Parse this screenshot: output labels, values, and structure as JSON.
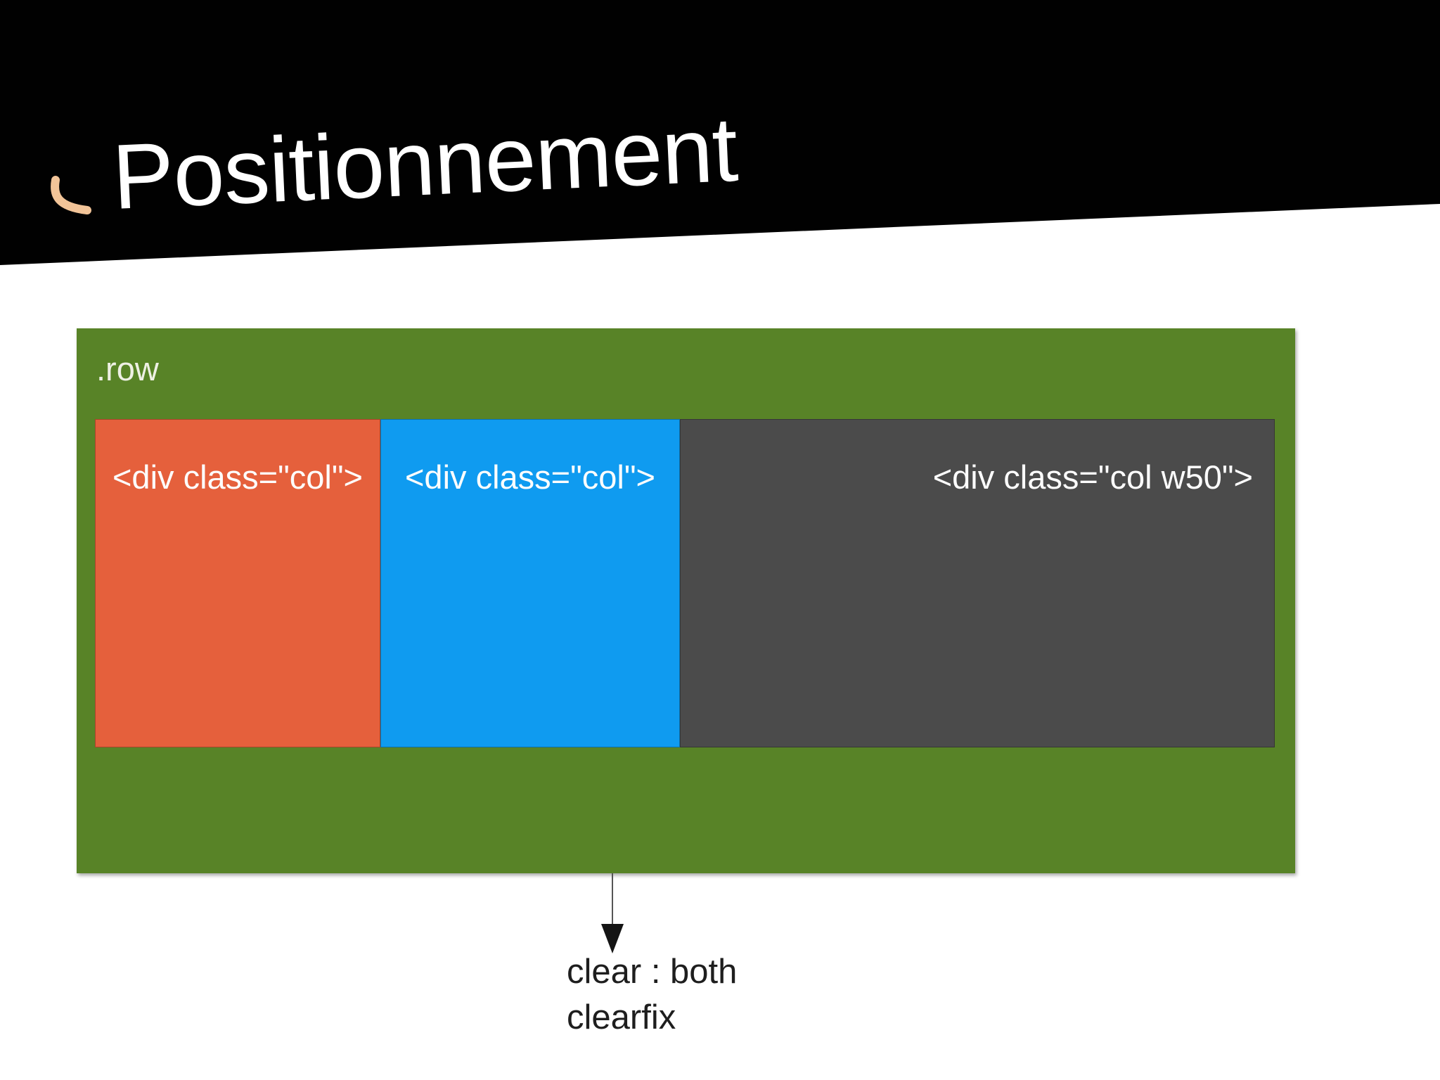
{
  "slide": {
    "title": "Positionnement",
    "row": {
      "label": ".row",
      "background": "#588327"
    },
    "columns": [
      {
        "label": "<div class=\"col\">",
        "background": "#e5603c"
      },
      {
        "label": "<div class=\"col\">",
        "background": "#0f9bf0"
      },
      {
        "label": "<div class=\"col w50\">",
        "background": "#4b4b4b"
      }
    ],
    "arrow_annotation": {
      "line1": "clear : both",
      "line2": "clearfix"
    },
    "colors": {
      "banner_background": "#010101",
      "title_text": "#ffffff",
      "hook_accent": "#f2c498",
      "row_background": "#588327",
      "row_label_text": "#eef0e4",
      "column_label_text": "#fdfdfd",
      "annotation_text": "#1e1e1e",
      "arrow": "#141414"
    }
  }
}
